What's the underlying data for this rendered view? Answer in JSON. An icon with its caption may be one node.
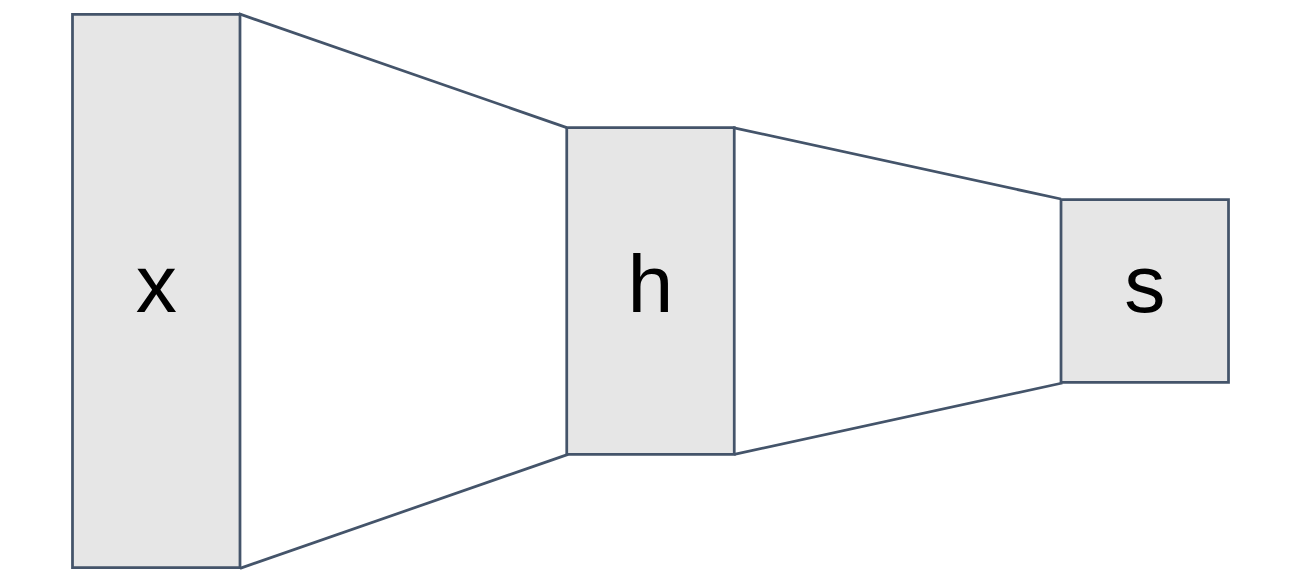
{
  "diagram": {
    "nodes": [
      {
        "text": [
          "x"
        ]
      },
      {
        "text": [
          "h"
        ]
      },
      {
        "text": [
          "s"
        ]
      }
    ],
    "edges": [
      {
        "from": 0,
        "to": 1,
        "arrow": "none"
      },
      {
        "from": 0,
        "to": 1,
        "arrow": "none"
      },
      {
        "from": 1,
        "to": 2,
        "arrow": "none"
      },
      {
        "from": 1,
        "to": 2,
        "arrow": "none"
      }
    ]
  }
}
